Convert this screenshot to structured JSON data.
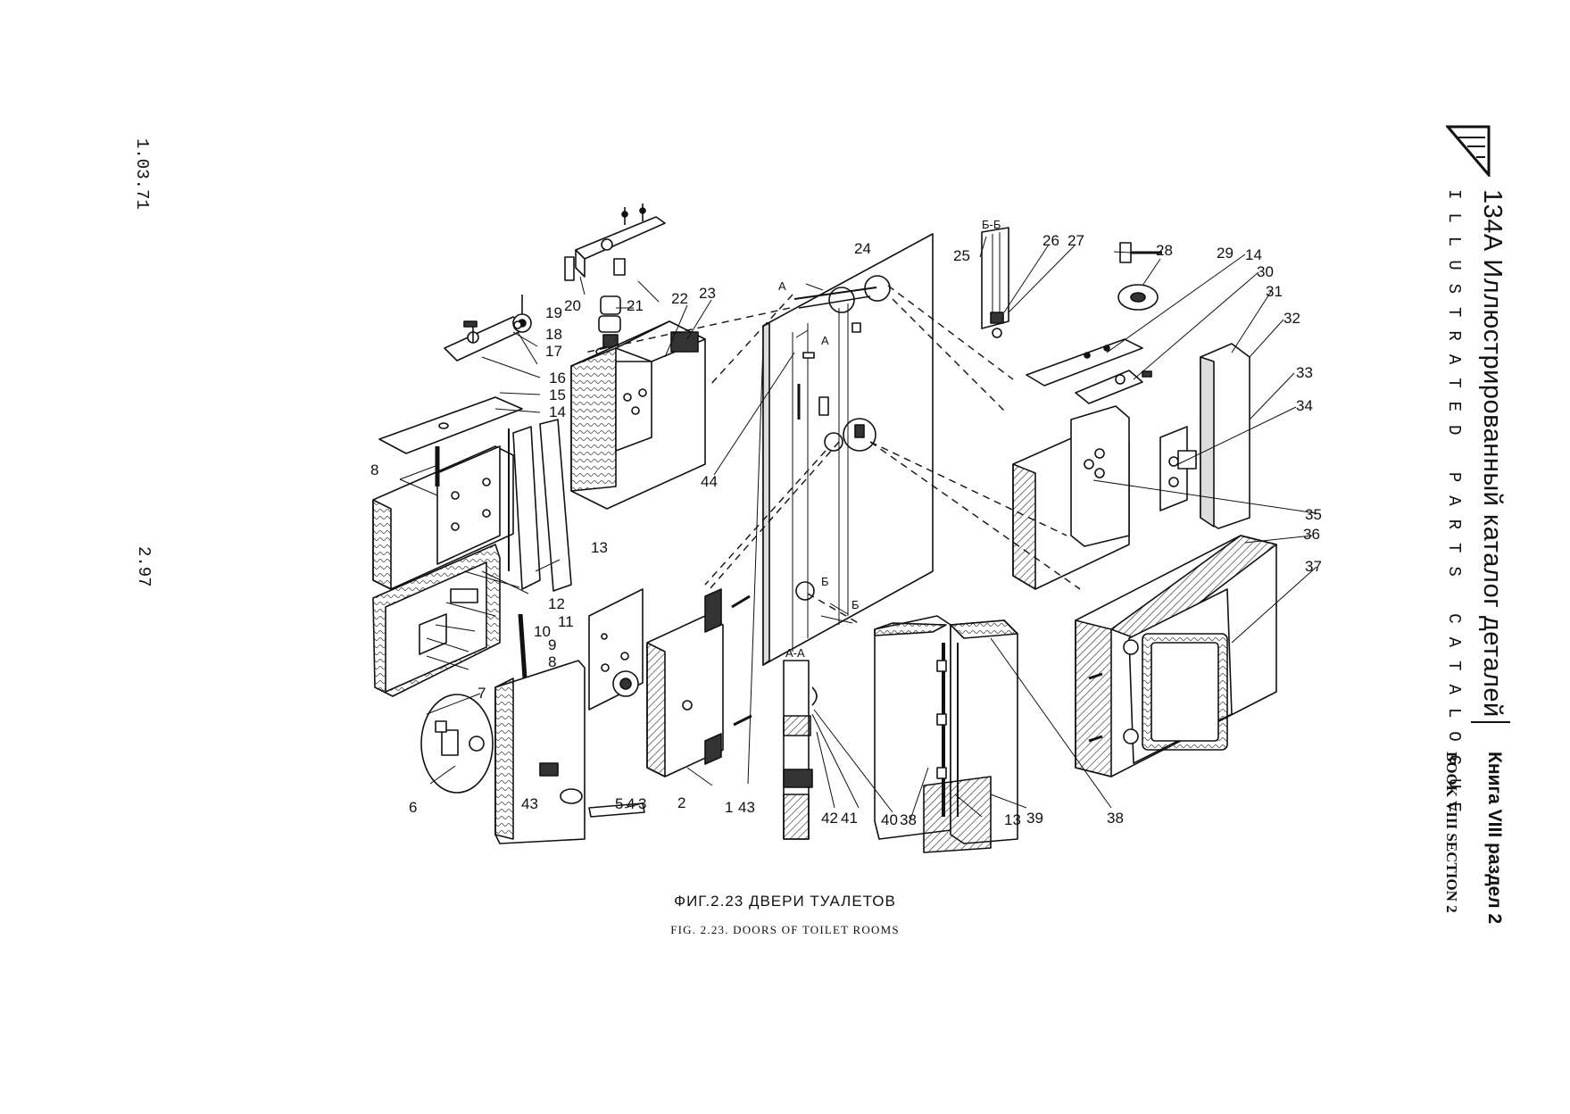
{
  "header": {
    "title_ru": "134А  Иллюстрированный  каталог  деталей",
    "title_en": "ILLUSTRATED PARTS CATALOGUE",
    "book_ru": "Книга VIII  раздел  2",
    "book_en": "BOOK  VIII  SECTION  2"
  },
  "margin": {
    "date": "1.03.71",
    "page": "2.97"
  },
  "caption": {
    "ru": "ФИГ.2.23   ДВЕРИ   ТУАЛЕТОВ",
    "en": "FIG. 2.23. DOORS OF TOILET ROOMS"
  },
  "diagram": {
    "section_labels": [
      "Б-Б",
      "А-А",
      "А",
      "А",
      "Б",
      "Б"
    ],
    "callouts": [
      "1",
      "2",
      "3",
      "4",
      "5",
      "6",
      "7",
      "8",
      "8",
      "9",
      "10",
      "11",
      "12",
      "13",
      "13",
      "14",
      "14",
      "15",
      "16",
      "17",
      "18",
      "19",
      "20",
      "21",
      "22",
      "23",
      "24",
      "25",
      "26",
      "27",
      "28",
      "29",
      "30",
      "31",
      "32",
      "33",
      "34",
      "35",
      "36",
      "37",
      "38",
      "38",
      "39",
      "40",
      "41",
      "42",
      "43",
      "43",
      "44"
    ]
  }
}
